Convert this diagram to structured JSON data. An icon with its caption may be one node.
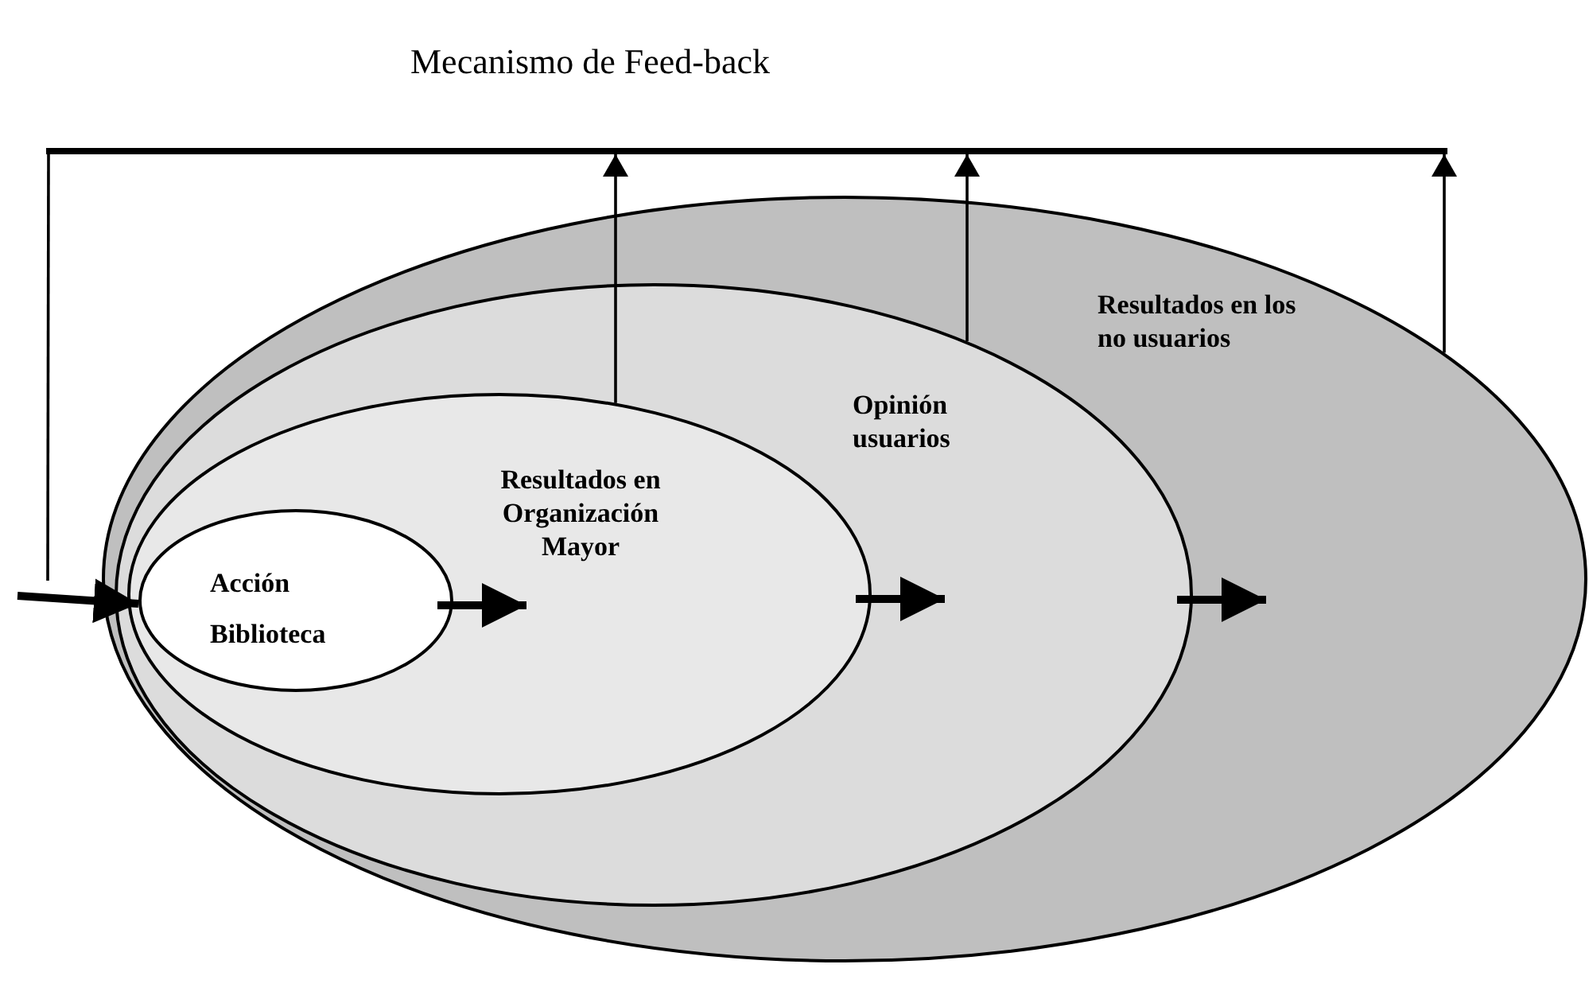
{
  "diagram": {
    "title": "Mecanismo de Feed-back",
    "nodes": [
      {
        "text": [
          "Resultados en los no usuarios"
        ]
      },
      {
        "text": [
          "Opinión usuarios"
        ],
        "in": 0
      },
      {
        "text": [
          "Resultados en Organización Mayor"
        ],
        "in": 1
      },
      {
        "text": [
          "Acción Biblioteca"
        ],
        "in": 2
      },
      {
        "text": [],
        "shape": "bar"
      }
    ],
    "edges": [
      {
        "from": 3,
        "to": null,
        "arrow": "to",
        "style": "thick"
      },
      {
        "from": 2,
        "to": null,
        "arrow": "to",
        "style": "thick"
      },
      {
        "from": 1,
        "to": null,
        "arrow": "to",
        "style": "thick"
      },
      {
        "from": 2,
        "to": 4,
        "arrow": "to"
      },
      {
        "from": 1,
        "to": 4,
        "arrow": "to"
      },
      {
        "from": 0,
        "to": 4,
        "arrow": "to"
      },
      {
        "from": 4,
        "to": null,
        "arrow": "none"
      },
      {
        "from": null,
        "to": 3,
        "arrow": "to",
        "style": "thick"
      }
    ]
  }
}
